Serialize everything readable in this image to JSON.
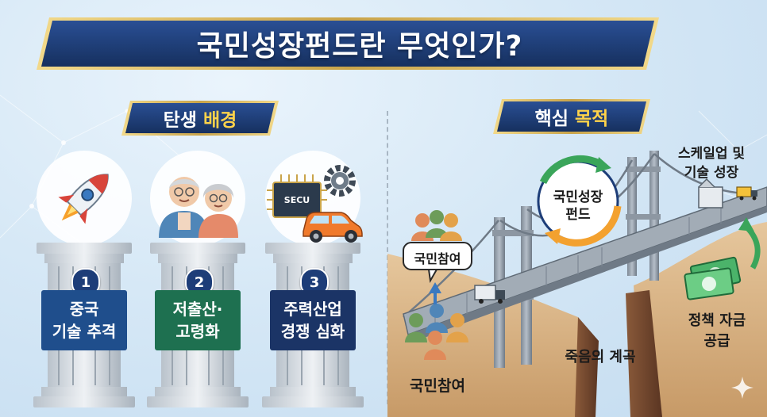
{
  "title": "국민성장펀드란 무엇인가?",
  "left_section": {
    "label_main": "탄생",
    "label_accent": "배경"
  },
  "right_section": {
    "label_main": "핵심",
    "label_accent": "목적"
  },
  "pillars": [
    {
      "number": "1",
      "line1": "중국",
      "line2": "기술 추격",
      "icon": "rocket-icon",
      "color": "#1f4e8c"
    },
    {
      "number": "2",
      "line1": "저출산·",
      "line2": "고령화",
      "icon": "elderly-couple-icon",
      "color": "#1e7050"
    },
    {
      "number": "3",
      "line1": "주력산업",
      "line2": "경쟁 심화",
      "icon": "chip-car-gear-icon",
      "color": "#1b3466"
    }
  ],
  "chip_text": "SECU",
  "fund_label": {
    "line1": "국민성장",
    "line2": "펀드"
  },
  "scaleup_label": {
    "line1": "스케일업 및",
    "line2": "기술 성장"
  },
  "participation_bubble": "국민참여",
  "participation_caption": "국민참여",
  "valley_label": "죽음의 계곡",
  "policy_label": {
    "line1": "정책 자금",
    "line2": "공급"
  },
  "colors": {
    "navy": "#1d3d78",
    "gold": "#c9a44a",
    "green": "#1e7050",
    "accent_yellow": "#ffd34a"
  }
}
